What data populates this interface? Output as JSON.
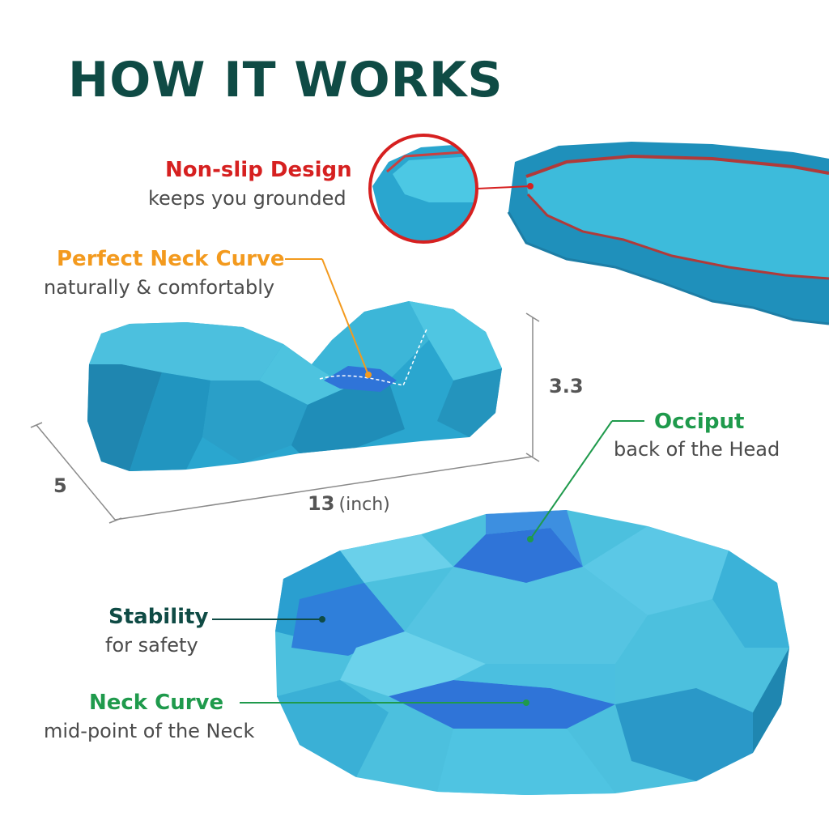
{
  "title": "HOW IT WORKS",
  "colors": {
    "title": "#0f4b45",
    "nonslip": "#d62020",
    "neck_curve_top": "#f39a1e",
    "occiput": "#1f9a4c",
    "stability": "#0f4b45",
    "neck_curve_bottom": "#1f9a4c",
    "pillow_light": "#4cc0de",
    "pillow_mid": "#2aa6cf",
    "pillow_dark": "#1f86b0",
    "pillow_blue": "#2f74d8"
  },
  "callouts": {
    "nonslip": {
      "title": "Non-slip Design",
      "subtitle": "keeps you grounded"
    },
    "neck_curve_top": {
      "title": "Perfect Neck Curve",
      "subtitle": "naturally & comfortably"
    },
    "occiput": {
      "title": "Occiput",
      "subtitle": "back of the Head"
    },
    "stability": {
      "title": "Stability",
      "subtitle": "for safety"
    },
    "neck_curve_bottom": {
      "title": "Neck Curve",
      "subtitle": "mid-point of the Neck"
    }
  },
  "dimensions": {
    "height": "3.3",
    "depth": "5",
    "length": "13",
    "unit": "(inch)"
  },
  "icons": {
    "top_pillow": "pillow-side-icon",
    "bottom_pillow": "pillow-underside-icon",
    "zoom_circle": "zoom-magnifier-icon"
  }
}
